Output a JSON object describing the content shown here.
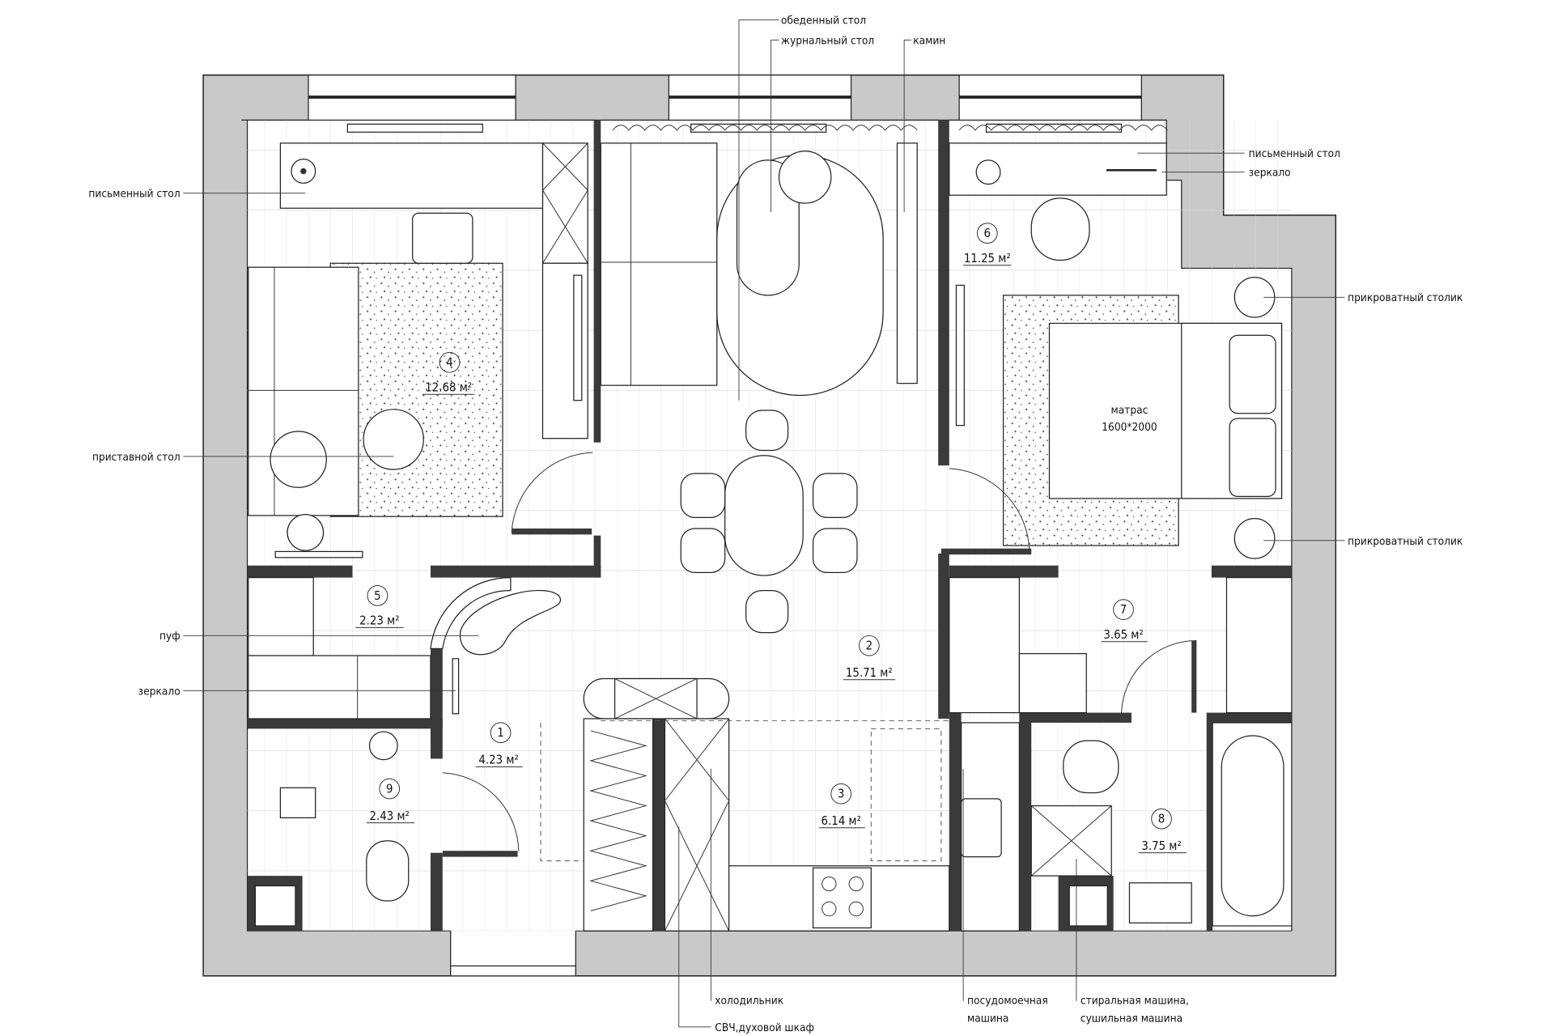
{
  "title": "План квартиры с расстановкой мебели",
  "rooms": [
    {
      "num": "1",
      "area": "4.23 м²"
    },
    {
      "num": "2",
      "area": "15.71 м²"
    },
    {
      "num": "3",
      "area": "6.14 м²"
    },
    {
      "num": "4",
      "area": "12.68 м²"
    },
    {
      "num": "5",
      "area": "2.23 м²"
    },
    {
      "num": "6",
      "area": "11.25 м²"
    },
    {
      "num": "7",
      "area": "3.65 м²"
    },
    {
      "num": "8",
      "area": "3.75 м²"
    },
    {
      "num": "9",
      "area": "2.43 м²"
    }
  ],
  "mattress": {
    "label": "матрас",
    "size": "1600*2000"
  },
  "annotations": {
    "dining_table": "обеденный стол",
    "coffee_table": "журнальный стол",
    "fireplace": "камин",
    "desk_left": "письменный стол",
    "side_table": "приставной стол",
    "pouf": "пуф",
    "mirror_left": "зеркало",
    "desk_right": "письменный стол",
    "mirror_right": "зеркало",
    "nightstand_top": "прикроватный столик",
    "nightstand_bottom": "прикроватный столик",
    "fridge": "холодильник",
    "microwave_oven": "СВЧ,духовой шкаф",
    "dishwasher_1": "посудомоечная",
    "dishwasher_2": "машина",
    "washer_1": "стиральная машина,",
    "washer_2": "сушильная машина"
  }
}
